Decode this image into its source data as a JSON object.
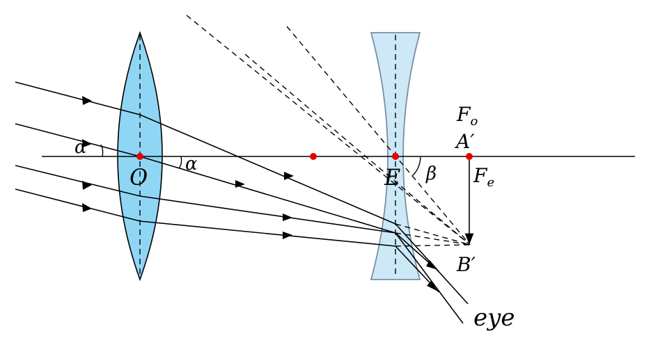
{
  "diagram": {
    "labels": {
      "alpha_left": "α",
      "alpha_right": "α",
      "objective_center": "O",
      "eyepiece_center": "E",
      "beta": "β",
      "focus_objective": "F",
      "focus_objective_sub": "o",
      "image_top": "A′",
      "focus_eyepiece": "F",
      "focus_eyepiece_sub": "e",
      "image_bottom": "B′",
      "eye": "eye"
    },
    "colors": {
      "objective_lens": "#8fd6f5",
      "eyepiece_lens": "#cde9f8",
      "eyepiece_outline": "#7a8ea3",
      "point": "#e60000",
      "line": "#000000"
    }
  }
}
